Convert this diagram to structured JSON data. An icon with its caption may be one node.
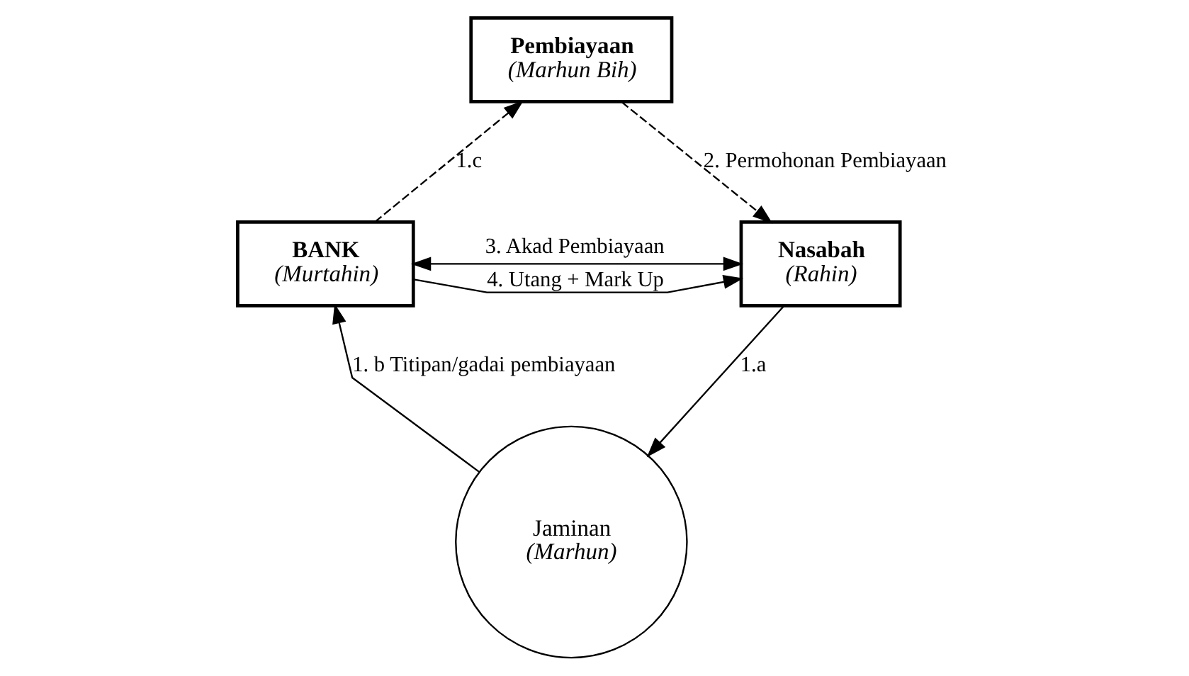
{
  "diagram": {
    "nodes": [
      {
        "text": [
          "Pembiayaan",
          "(Marhun Bih)"
        ]
      },
      {
        "text": [
          "BANK",
          "(Murtahin)"
        ]
      },
      {
        "text": [
          "Nasabah",
          "(Rahin)"
        ]
      },
      {
        "text": [
          "Jaminan",
          "(Marhun)"
        ]
      }
    ],
    "edges": [
      {
        "from": 0,
        "to": 2,
        "arrow": "to",
        "style": "dashed",
        "label": "2. Permohonan Pembiayaan"
      },
      {
        "from": 1,
        "to": 0,
        "arrow": "to",
        "style": "dashed",
        "label": "1.c"
      },
      {
        "from": 1,
        "to": 2,
        "arrow": "both",
        "label": "3. Akad Pembiayaan"
      },
      {
        "from": 1,
        "to": 2,
        "arrow": "to",
        "label": "4. Utang + Mark Up"
      },
      {
        "from": 2,
        "to": 3,
        "arrow": "to",
        "label": "1.a"
      },
      {
        "from": 3,
        "to": 1,
        "arrow": "to",
        "label": "1. b Titipan/gadai pembiayaan"
      }
    ]
  }
}
